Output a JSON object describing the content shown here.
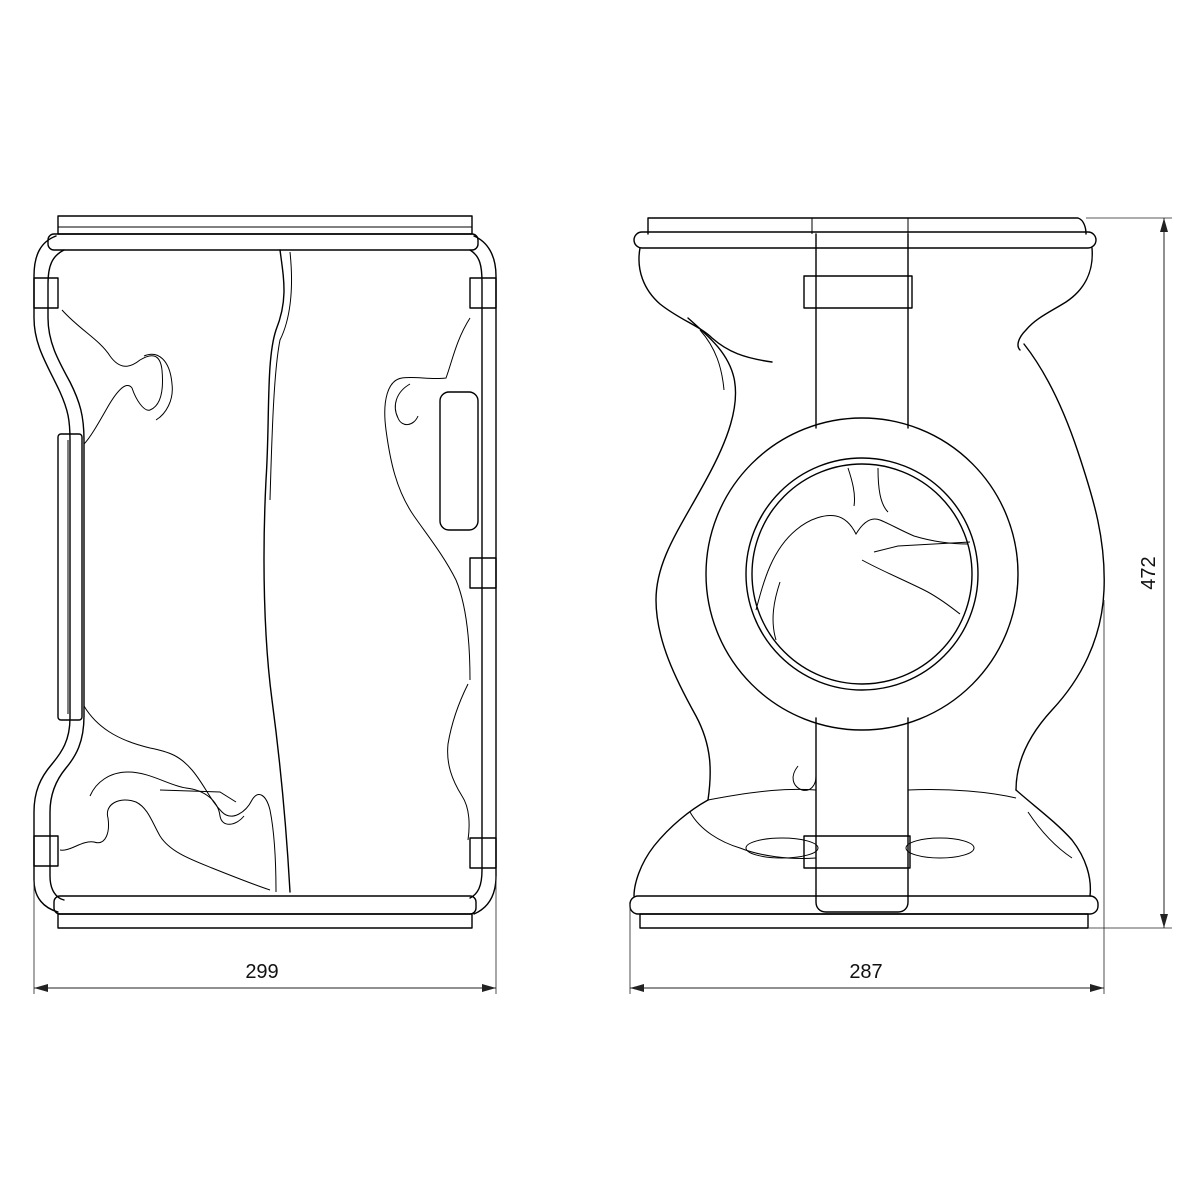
{
  "dimensions": {
    "front_width": "299",
    "side_width": "287",
    "height": "472"
  }
}
